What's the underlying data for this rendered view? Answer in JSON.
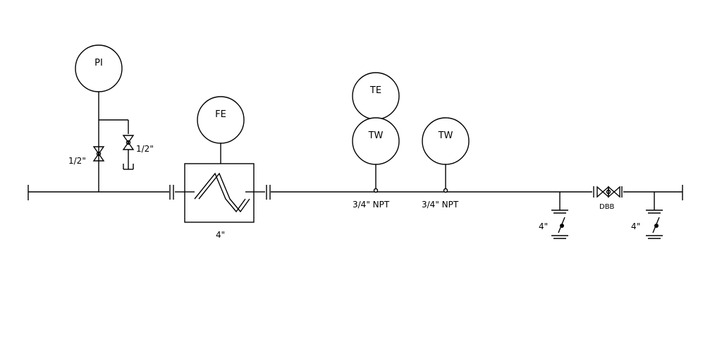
{
  "instruments": {
    "pi": "PI",
    "fe": "FE",
    "te": "TE",
    "tw1": "TW",
    "tw2": "TW"
  },
  "labels": {
    "valve_left": "1/2\"",
    "valve_right": "1/2\"",
    "flow_size": "4\"",
    "npt1": "3/4\" NPT",
    "npt2": "3/4\" NPT",
    "drain1": "4\"",
    "dbb": "DBB",
    "drain2": "4\""
  }
}
